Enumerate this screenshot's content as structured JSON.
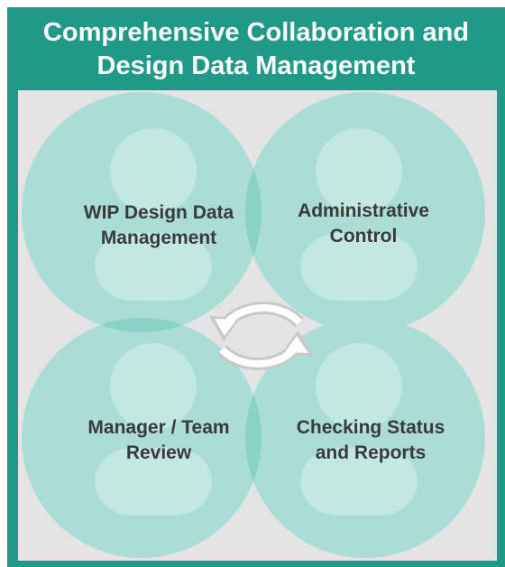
{
  "title": {
    "line1": "Comprehensive Collaboration and",
    "line2": "Design Data Management"
  },
  "quadrants": [
    {
      "line1": "WIP Design Data",
      "line2": "Management"
    },
    {
      "line1": "Administrative",
      "line2": "Control"
    },
    {
      "line1": "Manager / Team",
      "line2": "Review"
    },
    {
      "line1": "Checking Status",
      "line2": "and Reports"
    }
  ],
  "colors": {
    "frame": "#1f9a88",
    "panel": "#e4e4e4",
    "circle": "#a9ddd5",
    "overlap": "#8ad1c6",
    "person": "#c3e7e1",
    "cycle_arrows": "#c8c8c8"
  },
  "icons": {
    "center": "cycle-arrows-icon",
    "person": "person-icon"
  }
}
